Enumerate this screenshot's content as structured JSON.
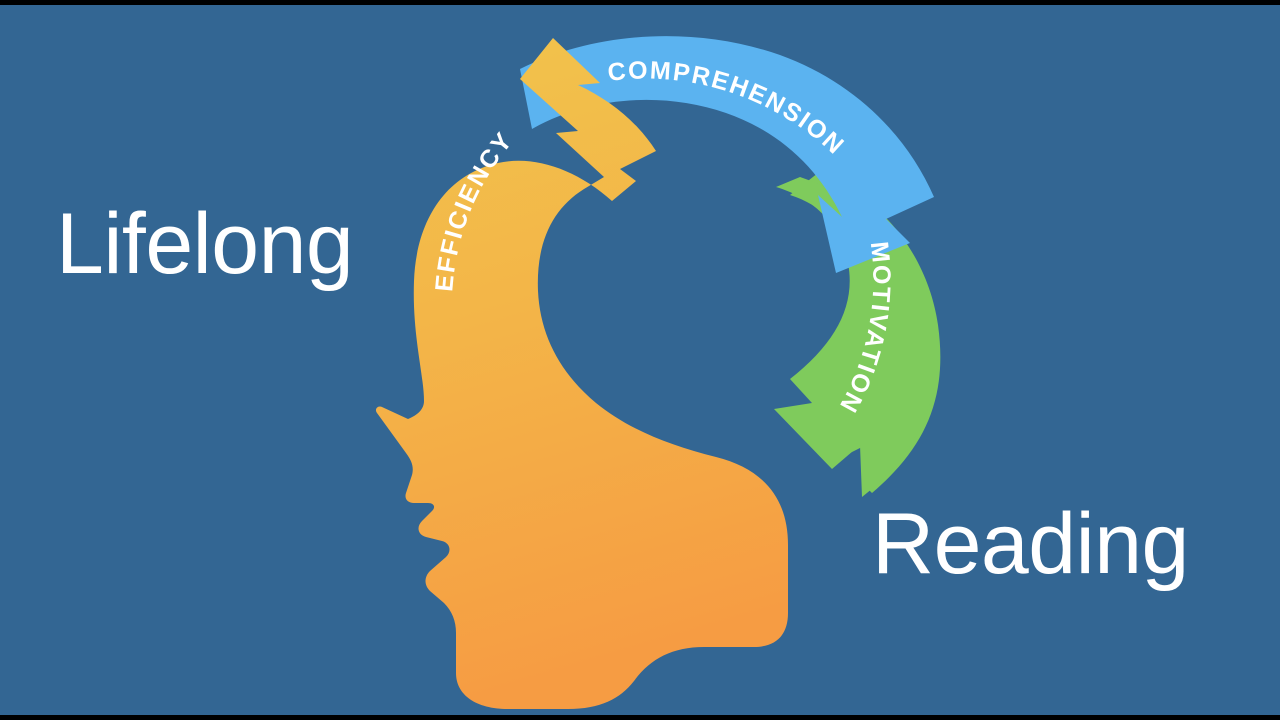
{
  "title_text": {
    "left_word": "Lifelong",
    "right_word": "Reading"
  },
  "cycle": {
    "label": "reading cycle",
    "steps": [
      {
        "name": "efficiency",
        "label": "EFFICIENCY",
        "color": "#F0BE48"
      },
      {
        "name": "comprehension",
        "label": "COMPREHENSION",
        "color": "#5BB3F0"
      },
      {
        "name": "motivation",
        "label": "MOTIVATION",
        "color": "#7FCB5C"
      }
    ]
  },
  "silhouette": {
    "label": "human head profile",
    "gradient_top": "#F2C14A",
    "gradient_bottom": "#F69C43"
  },
  "colors": {
    "background": "#336693",
    "text": "#FFFFFF",
    "letterbox": "#000000",
    "yellow": "#F0BE48",
    "blue": "#5BB3F0",
    "green": "#7FCB5C",
    "orange": "#F69C43"
  }
}
